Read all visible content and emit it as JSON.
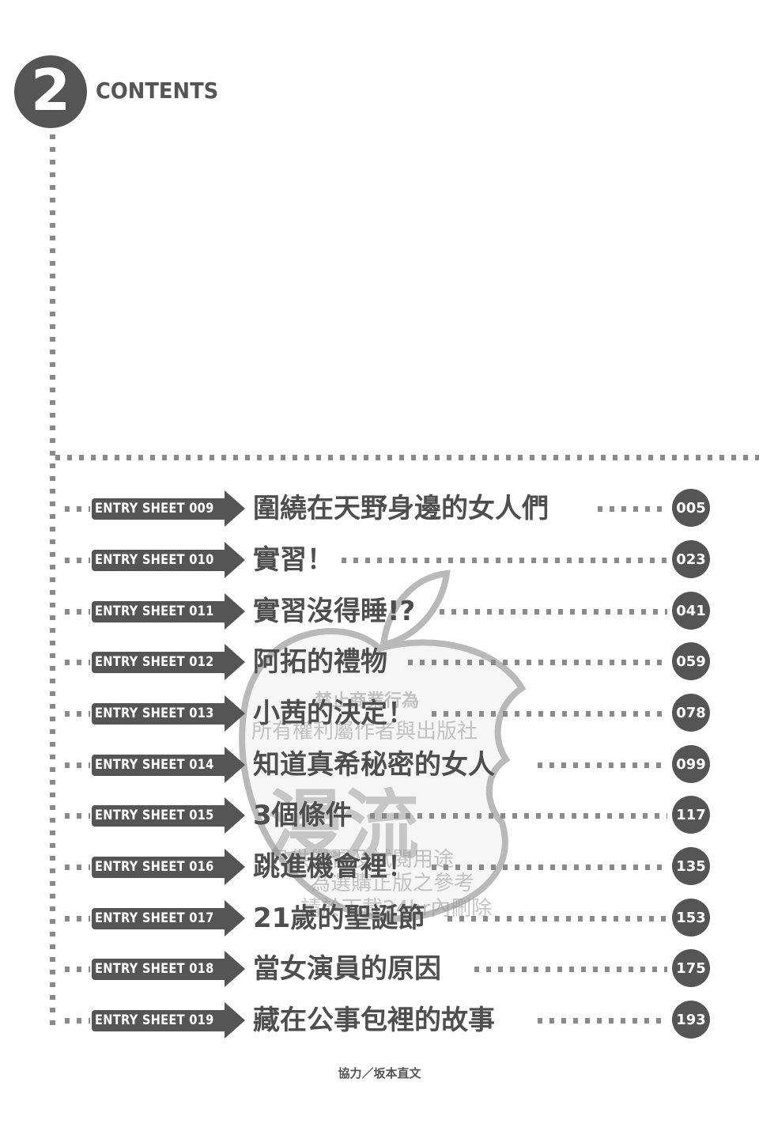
{
  "header": {
    "volume_number": "2",
    "title": "CONTENTS"
  },
  "entries": [
    {
      "label": "ENTRY SHEET 009",
      "title": "圍繞在天野身邊的女人們",
      "page": "005"
    },
    {
      "label": "ENTRY SHEET 010",
      "title": "實習！",
      "page": "023"
    },
    {
      "label": "ENTRY SHEET 011",
      "title": "實習沒得睡!?",
      "page": "041"
    },
    {
      "label": "ENTRY SHEET 012",
      "title": "阿拓的禮物",
      "page": "059"
    },
    {
      "label": "ENTRY SHEET 013",
      "title": "小茜的決定！",
      "page": "078"
    },
    {
      "label": "ENTRY SHEET 014",
      "title": "知道真希秘密的女人",
      "page": "099"
    },
    {
      "label": "ENTRY SHEET 015",
      "title": "3個條件",
      "page": "117"
    },
    {
      "label": "ENTRY SHEET 016",
      "title": "跳進機會裡！",
      "page": "135"
    },
    {
      "label": "ENTRY SHEET 017",
      "title": "21歲的聖誕節",
      "page": "153"
    },
    {
      "label": "ENTRY SHEET 018",
      "title": "當女演員的原因",
      "page": "175"
    },
    {
      "label": "ENTRY SHEET 019",
      "title": "藏在公事包裡的故事",
      "page": "193"
    }
  ],
  "watermark": {
    "line1": "禁止商業行為",
    "line2": "所有權利屬作者與出版社",
    "big": "漫流",
    "line3": "只供學習及試閱用途",
    "line4": "為選購正版之參考",
    "line5": "請於下載24hr內刪除"
  },
  "footer": {
    "credit": "協力／坂本直文"
  },
  "colors": {
    "ink": "#555555",
    "dots": "#8a8a8a",
    "paper": "#ffffff"
  }
}
